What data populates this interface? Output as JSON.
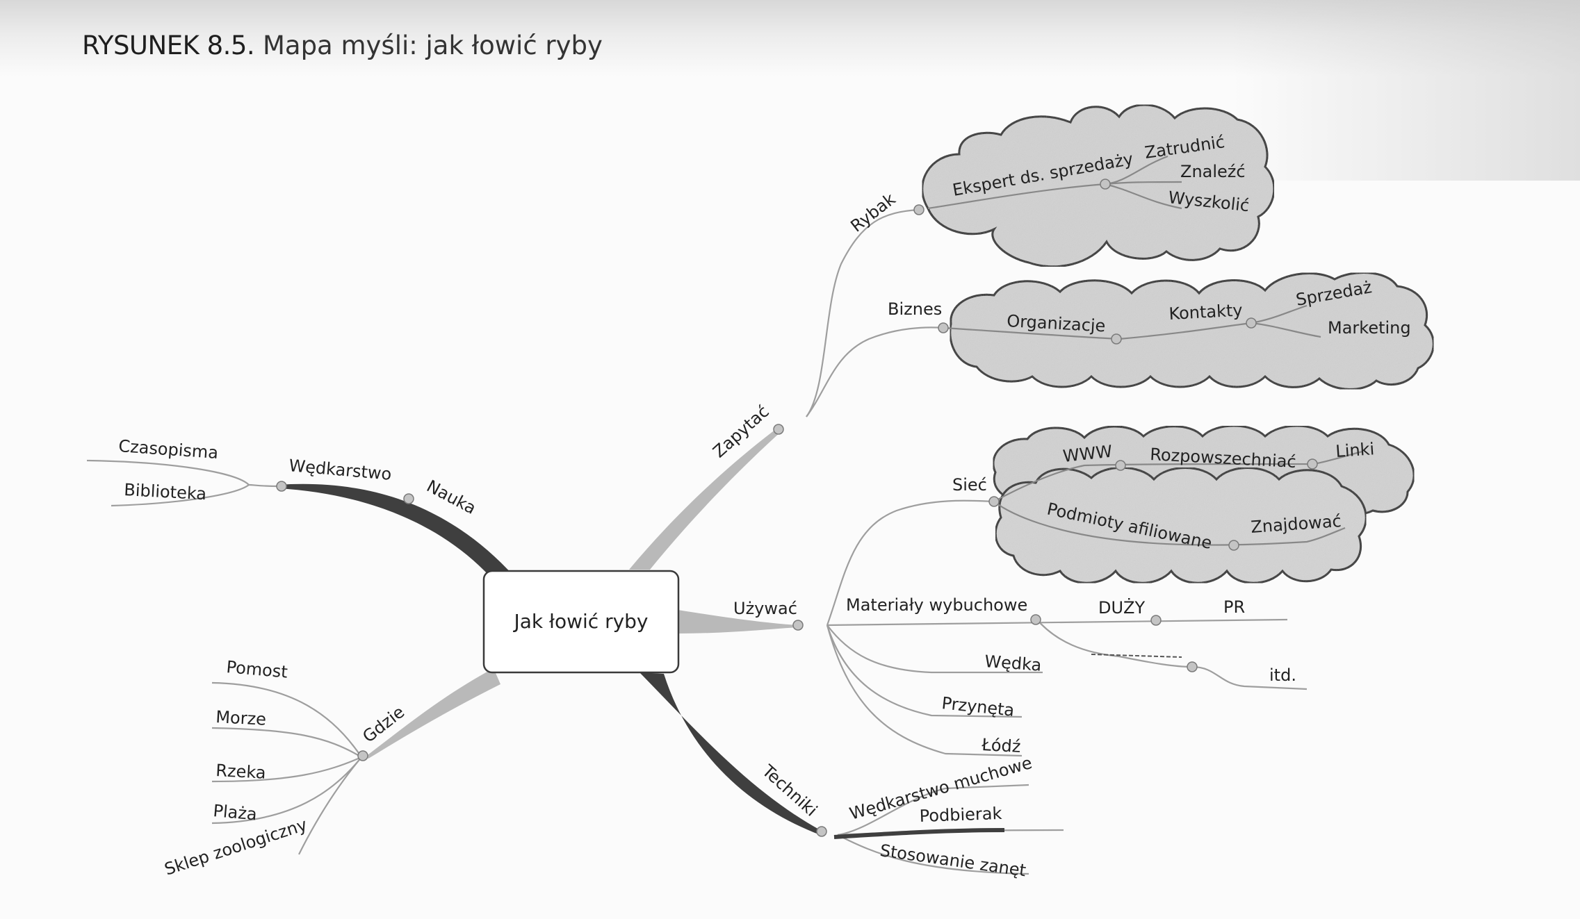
{
  "caption": {
    "label": "RYSUNEK 8.5.",
    "title": "Mapa myśli: jak łowić ryby"
  },
  "central": "Jak łowić ryby",
  "branches": {
    "nauka": {
      "label": "Nauka",
      "wedkarstwo": "Wędkarstwo",
      "czasopisma": "Czasopisma",
      "biblioteka": "Biblioteka"
    },
    "gdzie": {
      "label": "Gdzie",
      "items": [
        "Pomost",
        "Morze",
        "Rzeka",
        "Plaża",
        "Sklep zoologiczny"
      ]
    },
    "zapytac": {
      "label": "Zapytać",
      "rybak": {
        "label": "Rybak",
        "ekspert": "Ekspert ds. sprzedaży",
        "items": [
          "Zatrudnić",
          "Znaleźć",
          "Wyszkolić"
        ]
      },
      "biznes": {
        "label": "Biznes",
        "organizacje": "Organizacje",
        "kontakty": "Kontakty",
        "items": [
          "Sprzedaż",
          "Marketing"
        ]
      }
    },
    "uzywac": {
      "label": "Używać",
      "siec": {
        "label": "Sieć",
        "www": "WWW",
        "rozpowszechniac": "Rozpowszechniać",
        "linki": "Linki",
        "podmioty": "Podmioty afiliowane",
        "znajdowac": "Znajdować"
      },
      "materialy": {
        "label": "Materiały wybuchowe",
        "duzy": "DUŻY",
        "pr": "PR",
        "itd": "itd."
      },
      "items": [
        "Wędka",
        "Przynęta",
        "Łódź"
      ]
    },
    "techniki": {
      "label": "Techniki",
      "items": [
        "Wędkarstwo muchowe",
        "Podbierak",
        "Stosowanie zanęt"
      ]
    }
  },
  "colors": {
    "dark_branch": "#3f3f3f",
    "light_branch": "#b9b9b9",
    "line": "#aaaaaa",
    "cloud_fill": "#d4d4d4",
    "cloud_stroke": "#2a2a2a",
    "node_dot": "#bfbfbf"
  }
}
